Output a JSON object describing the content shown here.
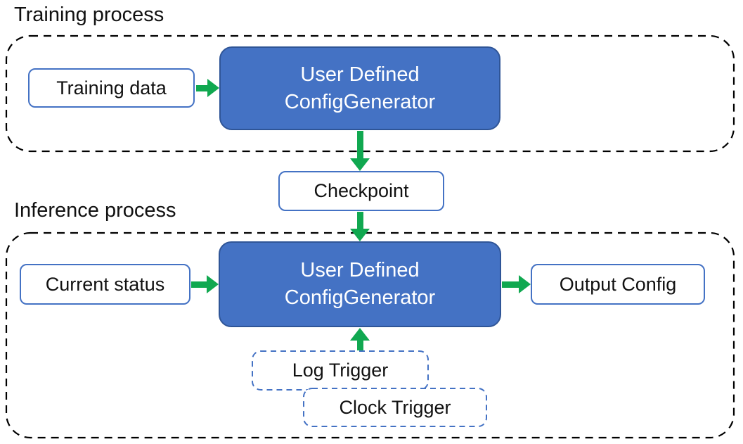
{
  "sections": {
    "training": {
      "title": "Training process"
    },
    "inference": {
      "title": "Inference process"
    }
  },
  "nodes": {
    "training_data": {
      "label": "Training data"
    },
    "generator_training": {
      "line1": "User Defined",
      "line2": "ConfigGenerator"
    },
    "checkpoint": {
      "label": "Checkpoint"
    },
    "current_status": {
      "label": "Current status"
    },
    "generator_inference": {
      "line1": "User Defined",
      "line2": "ConfigGenerator"
    },
    "output_config": {
      "label": "Output Config"
    },
    "log_trigger": {
      "label": "Log Trigger"
    },
    "clock_trigger": {
      "label": "Clock Trigger"
    }
  },
  "colors": {
    "generator_fill": "#4472C4",
    "generator_border": "#2F5597",
    "box_border": "#4472C4",
    "arrow_green": "#10A850",
    "container_dash": "#000000",
    "text": "#111111"
  }
}
